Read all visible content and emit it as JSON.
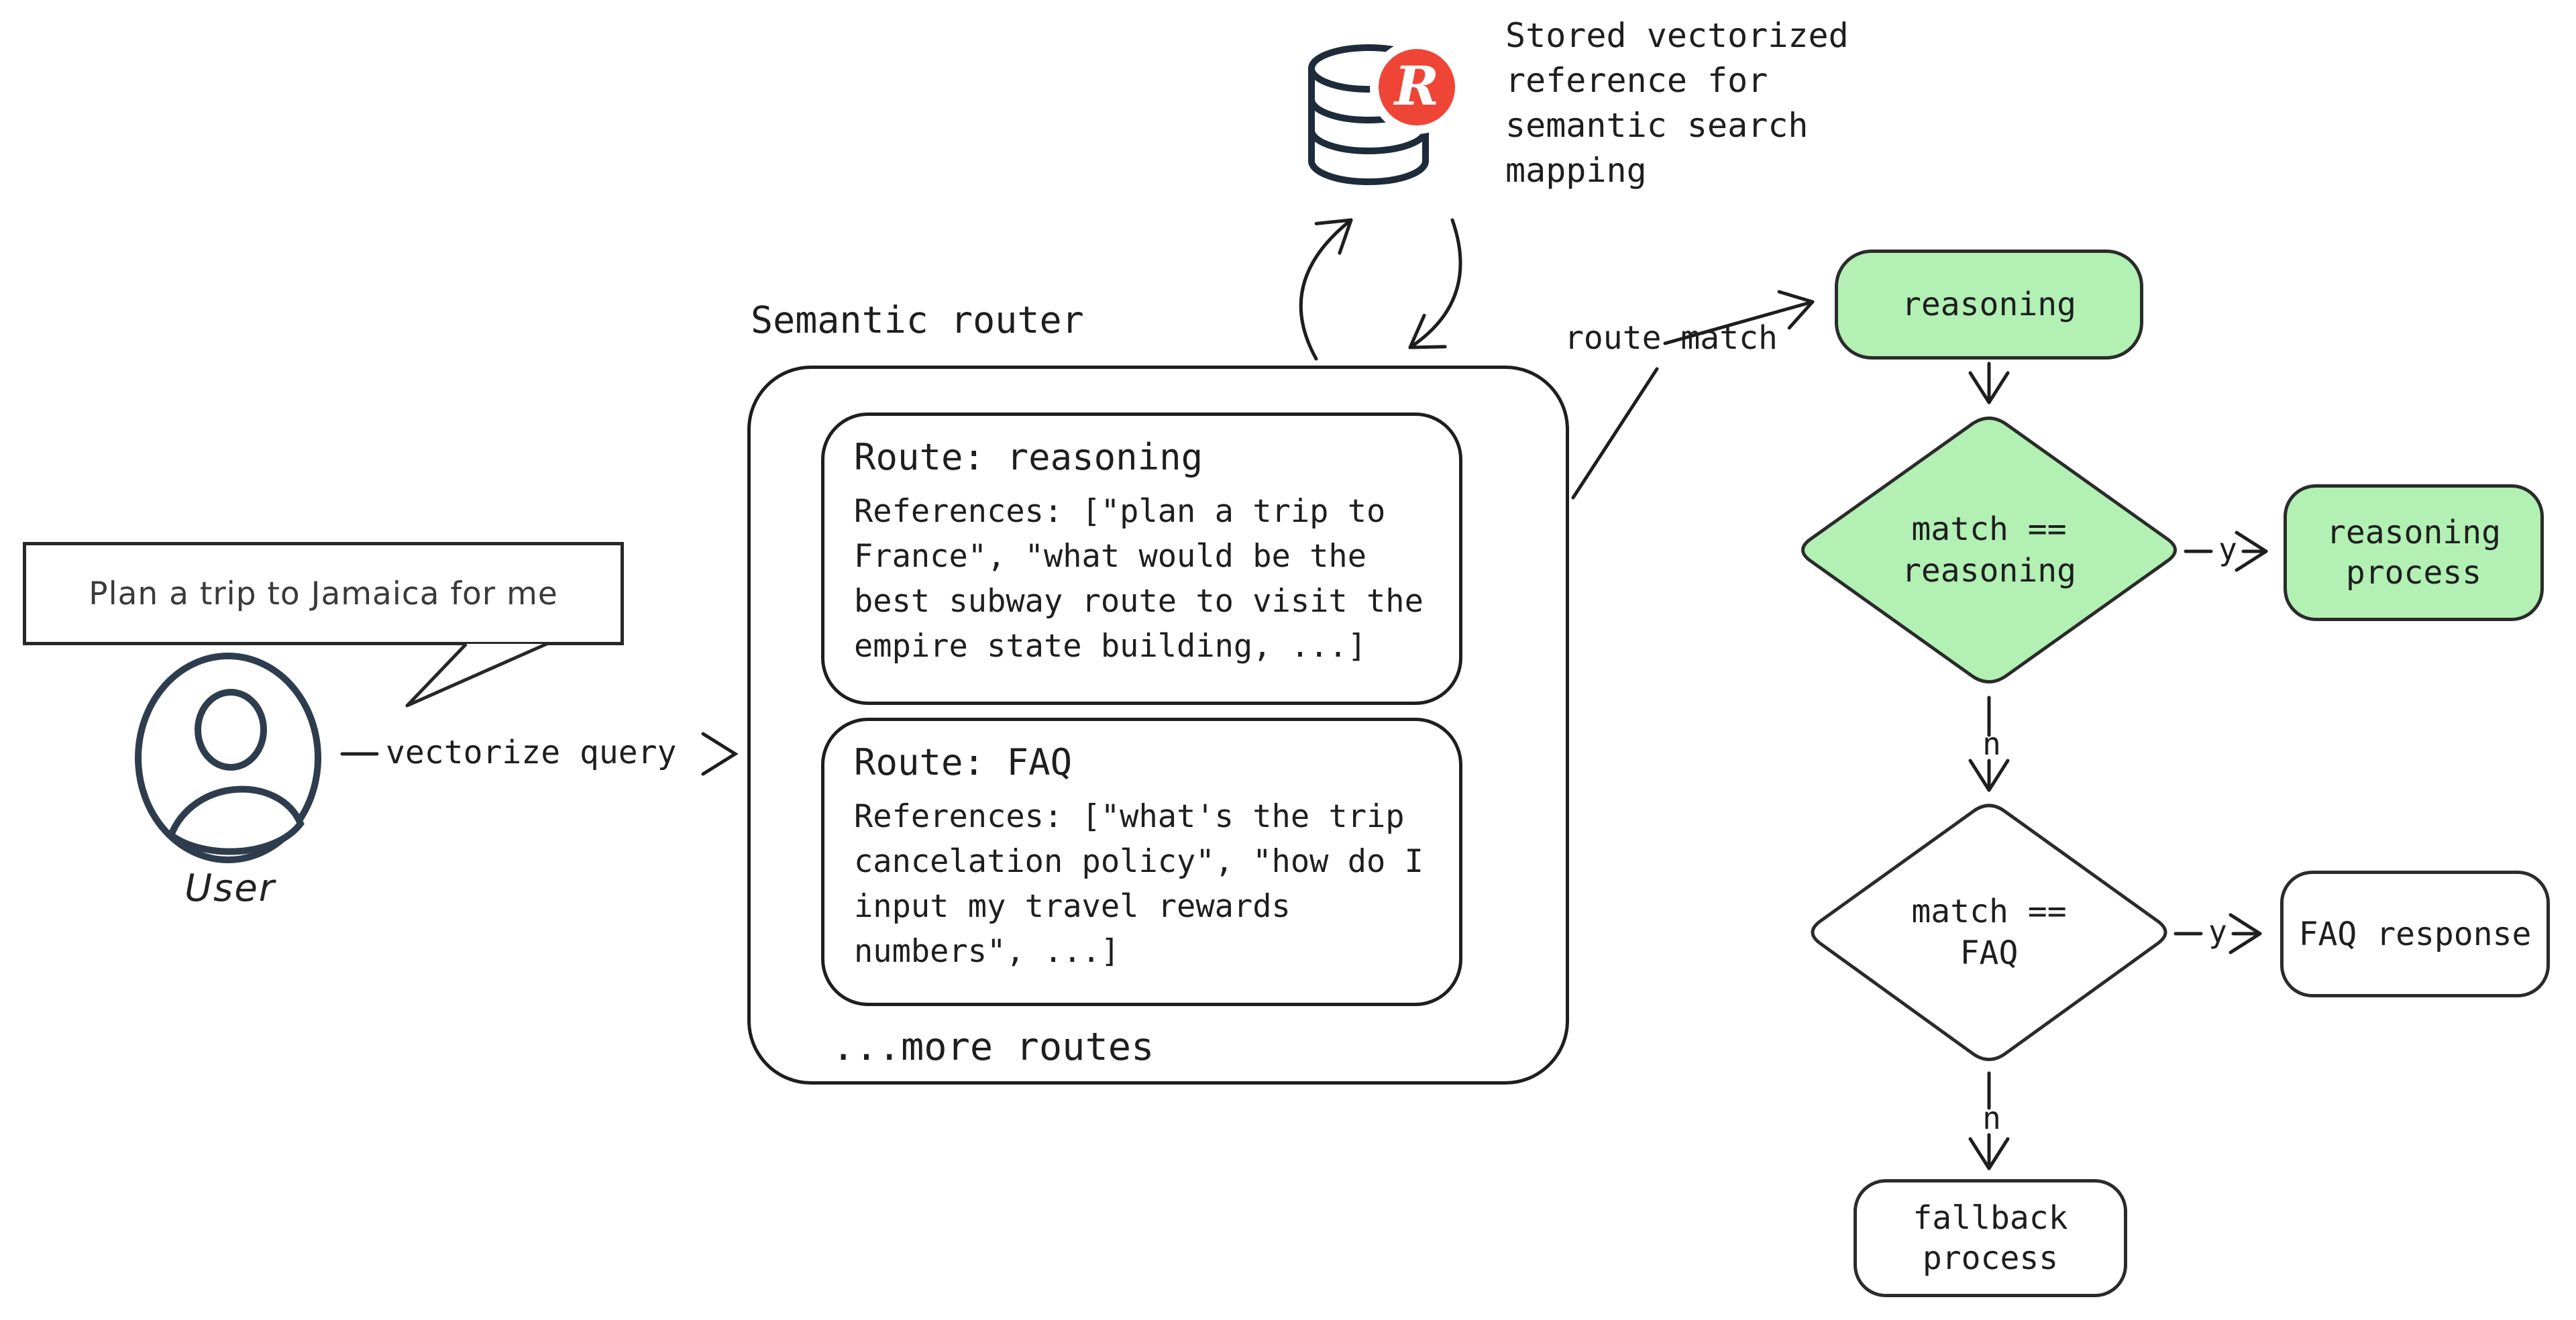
{
  "colors": {
    "ink": "#1e1e1e",
    "icon_navy": "#1d2b3a",
    "green_fill": "#b2f0b4",
    "badge_red": "#ef4537",
    "background": "#ffffff"
  },
  "user": {
    "query": "Plan a trip to Jamaica for me",
    "label": "User"
  },
  "arrows": {
    "vectorize": "vectorize query",
    "route_match": "route match",
    "yes": "y",
    "no": "n"
  },
  "router": {
    "title": "Semantic router",
    "more_routes": "...more routes",
    "routes": [
      {
        "title": "Route: reasoning",
        "body": "References: [\"plan a trip to\nFrance\", \"what would be the\nbest subway route to visit the\nempire state building, ...]"
      },
      {
        "title": "Route: FAQ",
        "body": "References: [\"what's the trip\ncancelation policy\", \"how do I\ninput my travel rewards\nnumbers\", ...]"
      }
    ]
  },
  "datastore": {
    "caption": "Stored vectorized\nreference for\nsemantic search\nmapping",
    "badge_letter": "R"
  },
  "flow": {
    "reasoning": "reasoning",
    "match_reasoning": "match ==\nreasoning",
    "reasoning_process": "reasoning\nprocess",
    "match_faq": "match ==\nFAQ",
    "faq_response": "FAQ response",
    "fallback": "fallback\nprocess"
  }
}
